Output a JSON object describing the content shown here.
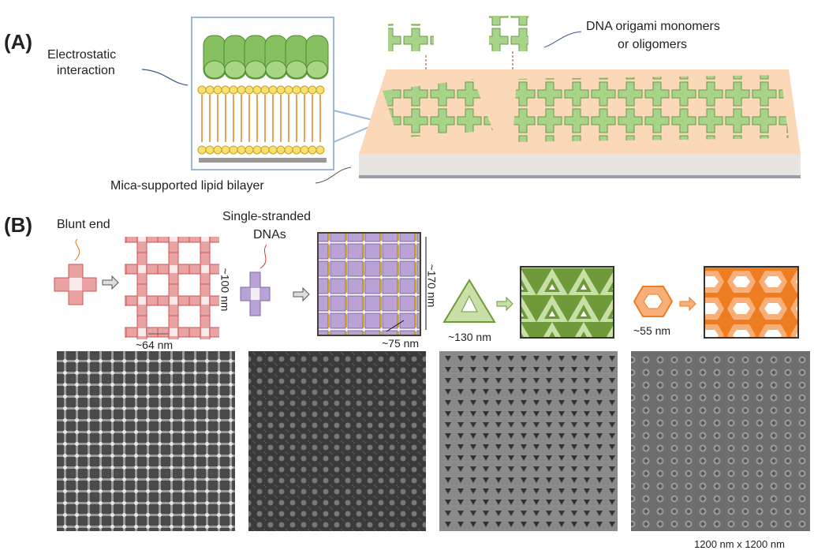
{
  "panel_a": {
    "label": "(A)",
    "electrostatic_line1": "Electrostatic",
    "electrostatic_line2": "interaction",
    "origami_line1": "DNA origami monomers",
    "origami_line2": "or oligomers",
    "bilayer": "Mica-supported lipid bilayer"
  },
  "panel_b": {
    "label": "(B)",
    "blunt_end": "Blunt end",
    "dim_64": "~64 nm",
    "dim_100": "~100 nm",
    "ss_line1": "Single-stranded",
    "ss_line2": "DNAs",
    "dim_170": "~170 nm",
    "dim_75": "~75 nm",
    "dim_130": "~130 nm",
    "dim_55": "~55 nm",
    "scale": "1200 nm x 1200 nm"
  },
  "colors": {
    "red": "#e8a0a0",
    "purple": "#b9a3d6",
    "green": "#6e9a3a",
    "orange": "#ee7d22"
  }
}
